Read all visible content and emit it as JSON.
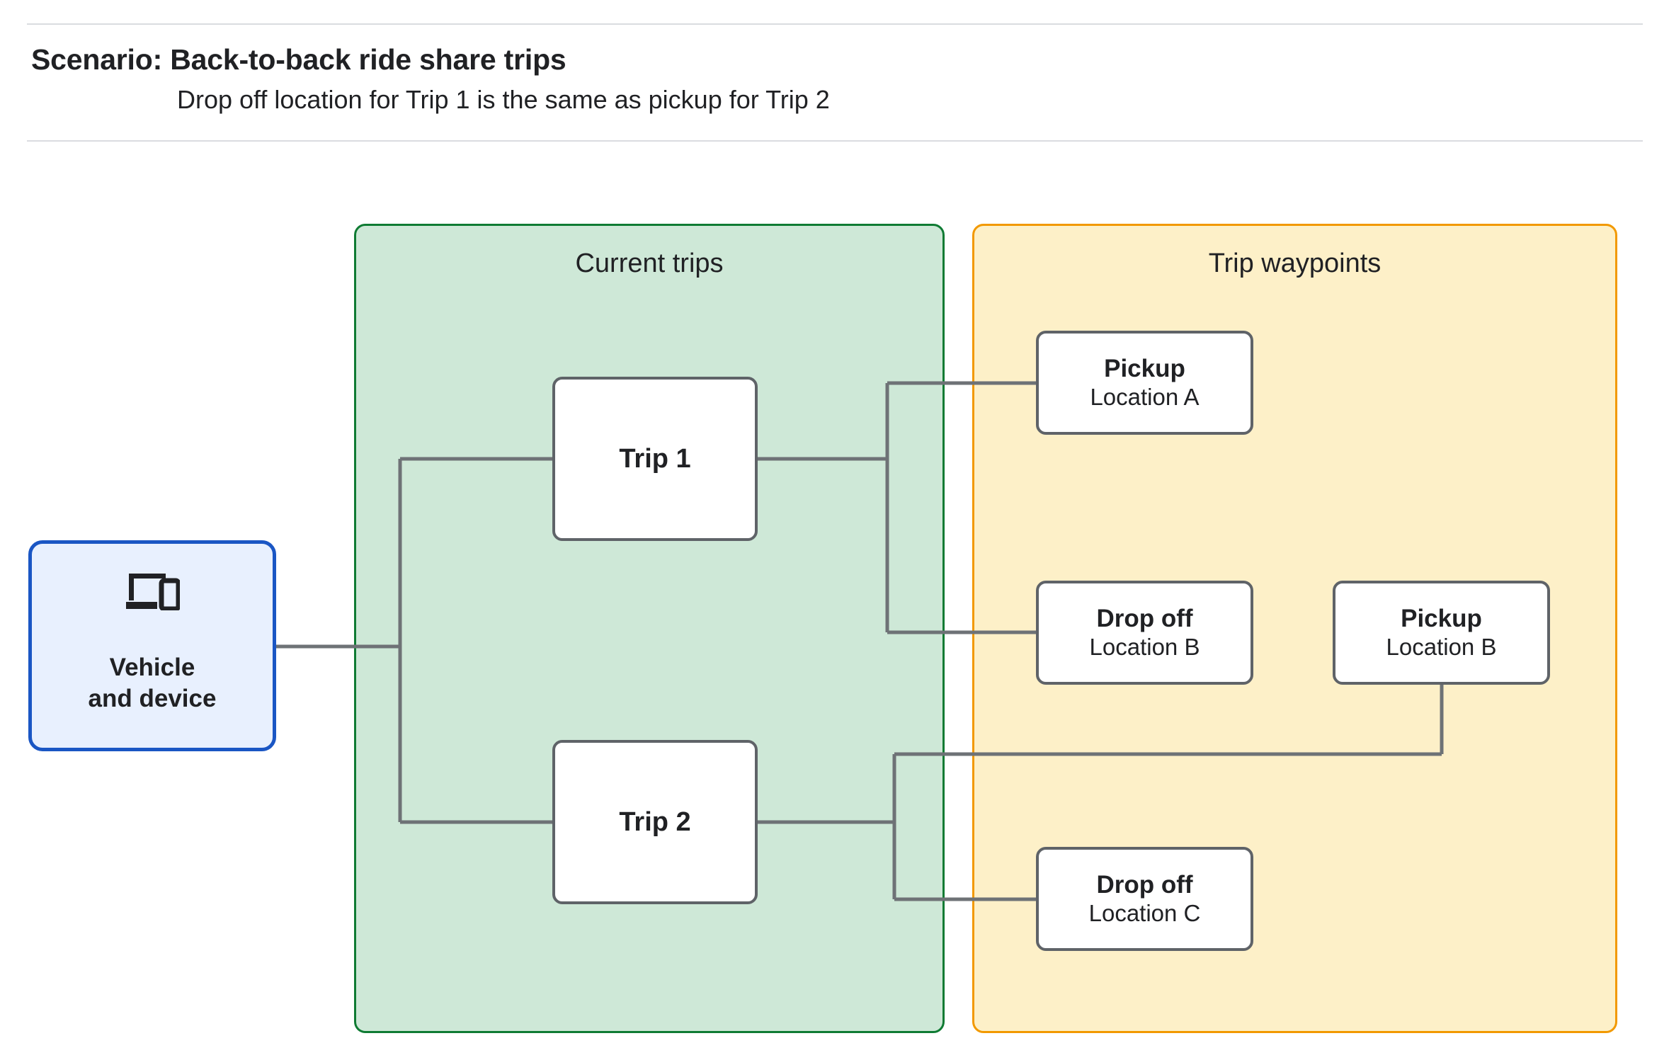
{
  "header": {
    "title": "Scenario: Back-to-back ride share trips",
    "subtitle": "Drop off  location for Trip 1 is the same as pickup for Trip 2"
  },
  "groups": {
    "current_trips": {
      "label": "Current trips",
      "fill": "#cee8d7",
      "border": "#0f7b33"
    },
    "trip_waypoints": {
      "label": "Trip waypoints",
      "fill": "#fdf0c8",
      "border": "#f29900"
    }
  },
  "vehicle": {
    "label": "Vehicle\nand device",
    "line1": "Vehicle",
    "line2": "and device",
    "icon": "devices-icon",
    "fill": "#e8f0fe",
    "border": "#1a56c4"
  },
  "trips": [
    {
      "label": "Trip 1"
    },
    {
      "label": "Trip 2"
    }
  ],
  "waypoints": [
    {
      "id": "pickup-a",
      "title": "Pickup",
      "location": "Location A"
    },
    {
      "id": "dropoff-b",
      "title": "Drop off",
      "location": "Location B"
    },
    {
      "id": "pickup-b",
      "title": "Pickup",
      "location": "Location B"
    },
    {
      "id": "dropoff-c",
      "title": "Drop off",
      "location": "Location C"
    }
  ],
  "connector_color": "#6e7276",
  "node_border_color": "#5f6368"
}
